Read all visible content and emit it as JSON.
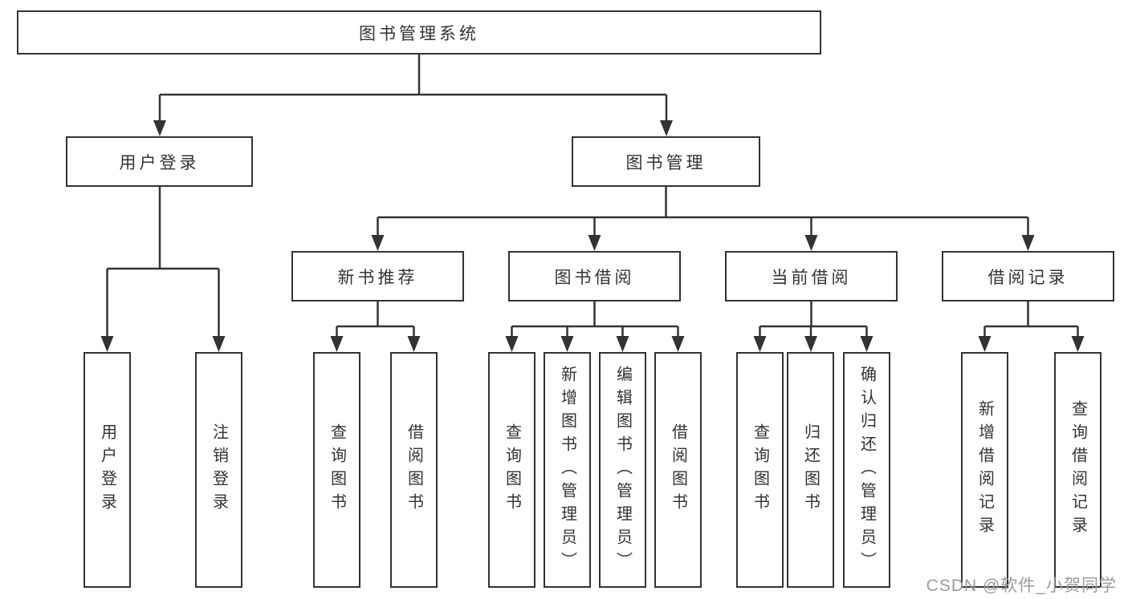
{
  "diagram": {
    "root": {
      "label": "图书管理系统"
    },
    "level1": [
      {
        "id": "user-login",
        "label": "用户登录"
      },
      {
        "id": "book-management",
        "label": "图书管理"
      }
    ],
    "level2": [
      {
        "id": "new-book-recommend",
        "parent": "图书管理",
        "label": "新书推荐"
      },
      {
        "id": "book-borrow",
        "parent": "图书管理",
        "label": "图书借阅"
      },
      {
        "id": "current-borrow",
        "parent": "图书管理",
        "label": "当前借阅"
      },
      {
        "id": "borrow-records",
        "parent": "图书管理",
        "label": "借阅记录"
      }
    ],
    "leaves": [
      {
        "parent": "用户登录",
        "label": "用户登录"
      },
      {
        "parent": "用户登录",
        "label": "注销登录"
      },
      {
        "parent": "新书推荐",
        "label": "查询图书"
      },
      {
        "parent": "新书推荐",
        "label": "借阅图书"
      },
      {
        "parent": "图书借阅",
        "label": "查询图书"
      },
      {
        "parent": "图书借阅",
        "label": "新增图书（管理员）"
      },
      {
        "parent": "图书借阅",
        "label": "编辑图书（管理员）"
      },
      {
        "parent": "图书借阅",
        "label": "借阅图书"
      },
      {
        "parent": "当前借阅",
        "label": "查询图书"
      },
      {
        "parent": "当前借阅",
        "label": "归还图书"
      },
      {
        "parent": "当前借阅",
        "label": "确认归还（管理员）"
      },
      {
        "parent": "借阅记录",
        "label": "新增借阅记录"
      },
      {
        "parent": "借阅记录",
        "label": "查询借阅记录"
      }
    ],
    "colors": {
      "line": "#333333",
      "text": "#333333",
      "box_fill": "#ffffff",
      "background": "#ffffff",
      "watermark": "#9c9c9c"
    }
  },
  "watermark": {
    "text": "CSDN @软件_小贺同学"
  }
}
